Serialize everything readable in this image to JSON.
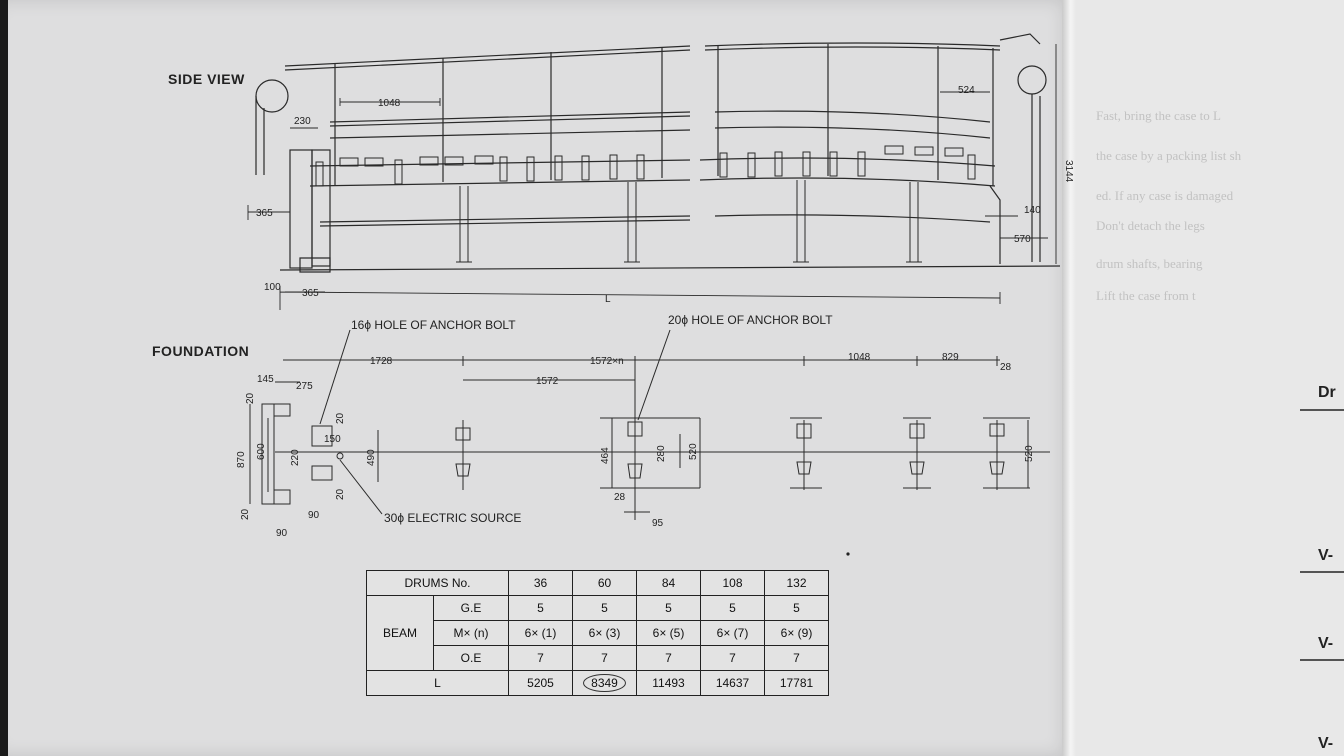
{
  "drawing": {
    "side_view_title": "SIDE VIEW",
    "foundation_title": "FOUNDATION",
    "side_dims": {
      "d1048": "1048",
      "d524": "524",
      "d230": "230",
      "d365a": "365",
      "d100": "100",
      "d365b": "365",
      "dL": "L",
      "d140": "140",
      "d570": "570",
      "d3144": "3144"
    },
    "foundation_notes": {
      "hole16": "16ϕ HOLE OF ANCHOR BOLT",
      "hole20": "20ϕ HOLE OF ANCHOR BOLT",
      "electric": "30ϕ ELECTRIC SOURCE"
    },
    "foundation_dims": {
      "d1728": "1728",
      "d1572n": "1572×n",
      "d1572": "1572",
      "d1048": "1048",
      "d829": "829",
      "d28a": "28",
      "d145": "145",
      "d275": "275",
      "d20a": "20",
      "d20b": "20",
      "d20c": "20",
      "d20d": "20",
      "d870": "870",
      "d600": "600",
      "d220": "220",
      "d150": "150",
      "d490": "490",
      "d90a": "90",
      "d90b": "90",
      "d464": "464",
      "d280": "280",
      "d520a": "520",
      "d520b": "520",
      "d28b": "28",
      "d95": "95"
    }
  },
  "table": {
    "header_label": "DRUMS No.",
    "drums": [
      "36",
      "60",
      "84",
      "108",
      "132"
    ],
    "beam_label": "BEAM",
    "rows": [
      {
        "label": "G.E",
        "values": [
          "5",
          "5",
          "5",
          "5",
          "5"
        ]
      },
      {
        "label": "M× (n)",
        "values": [
          "6× (1)",
          "6× (3)",
          "6× (5)",
          "6× (7)",
          "6× (9)"
        ]
      },
      {
        "label": "O.E",
        "values": [
          "7",
          "7",
          "7",
          "7",
          "7"
        ]
      }
    ],
    "l_label": "L",
    "l_values": [
      "5205",
      "8349",
      "11493",
      "14637",
      "17781"
    ]
  },
  "right_page": {
    "labels": [
      "Dr",
      "V-",
      "V-",
      "V-"
    ]
  }
}
